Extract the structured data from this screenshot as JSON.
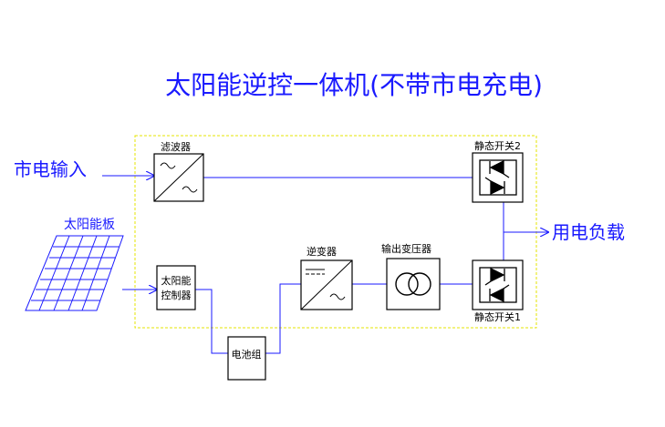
{
  "title": "太阳能逆控一体机(不带市电充电)",
  "labels": {
    "grid_input": "市电输入",
    "solar_panel": "太阳能板",
    "load_output": "用电负载",
    "filter": "滤波器",
    "static_switch_2": "静态开关2",
    "static_switch_1": "静态开关1",
    "controller_line1": "太阳能",
    "controller_line2": "控制器",
    "inverter": "逆变器",
    "output_transformer": "输出变压器",
    "battery": "电池组"
  },
  "colors": {
    "title": "#1a1aff",
    "lines": "#1a1aff",
    "enclosure_border": "#e6e600",
    "block_fill": "#ffffff",
    "block_stroke": "#000000"
  },
  "icons": {
    "filter": "ac-ac-filter-icon",
    "static_switch": "thyristor-pair-icon",
    "inverter": "dc-ac-inverter-icon",
    "transformer": "transformer-coils-icon",
    "solar_panel": "solar-grid-icon"
  }
}
